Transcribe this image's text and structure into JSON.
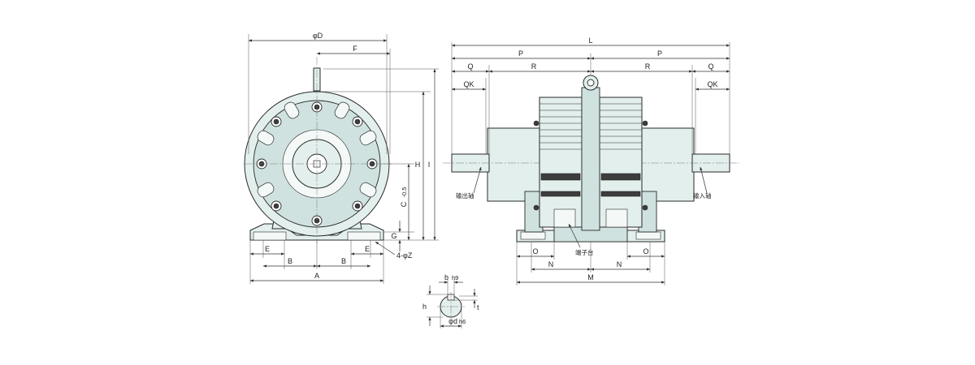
{
  "front_view": {
    "dims": {
      "phiD": "φD",
      "F": "F",
      "H": "H",
      "I": "I",
      "C": "C",
      "C_tol": "-0.5",
      "G": "G",
      "E_left": "E",
      "E_right": "E",
      "B_left": "B",
      "B_right": "B",
      "A": "A",
      "holes": "4-φZ"
    }
  },
  "side_view": {
    "dims": {
      "L": "L",
      "P_left": "P",
      "P_right": "P",
      "Q_left": "Q",
      "Q_right": "Q",
      "R_left": "R",
      "R_right": "R",
      "QK_left": "QK",
      "QK_right": "QK",
      "O_left": "O",
      "O_right": "O",
      "N_left": "N",
      "N_right": "N",
      "M": "M"
    },
    "callouts": {
      "output_shaft": "输出轴",
      "input_shaft": "输入轴",
      "terminal_block": "端子台"
    }
  },
  "key_detail": {
    "dims": {
      "b": "b",
      "b_tol": "h9",
      "h": "h",
      "t": "t",
      "d": "φd",
      "d_tol": "h6"
    }
  },
  "colors": {
    "body_fill": "#e2efed",
    "body_fill_dark": "#cfe2df",
    "line": "#2a2a2a"
  }
}
